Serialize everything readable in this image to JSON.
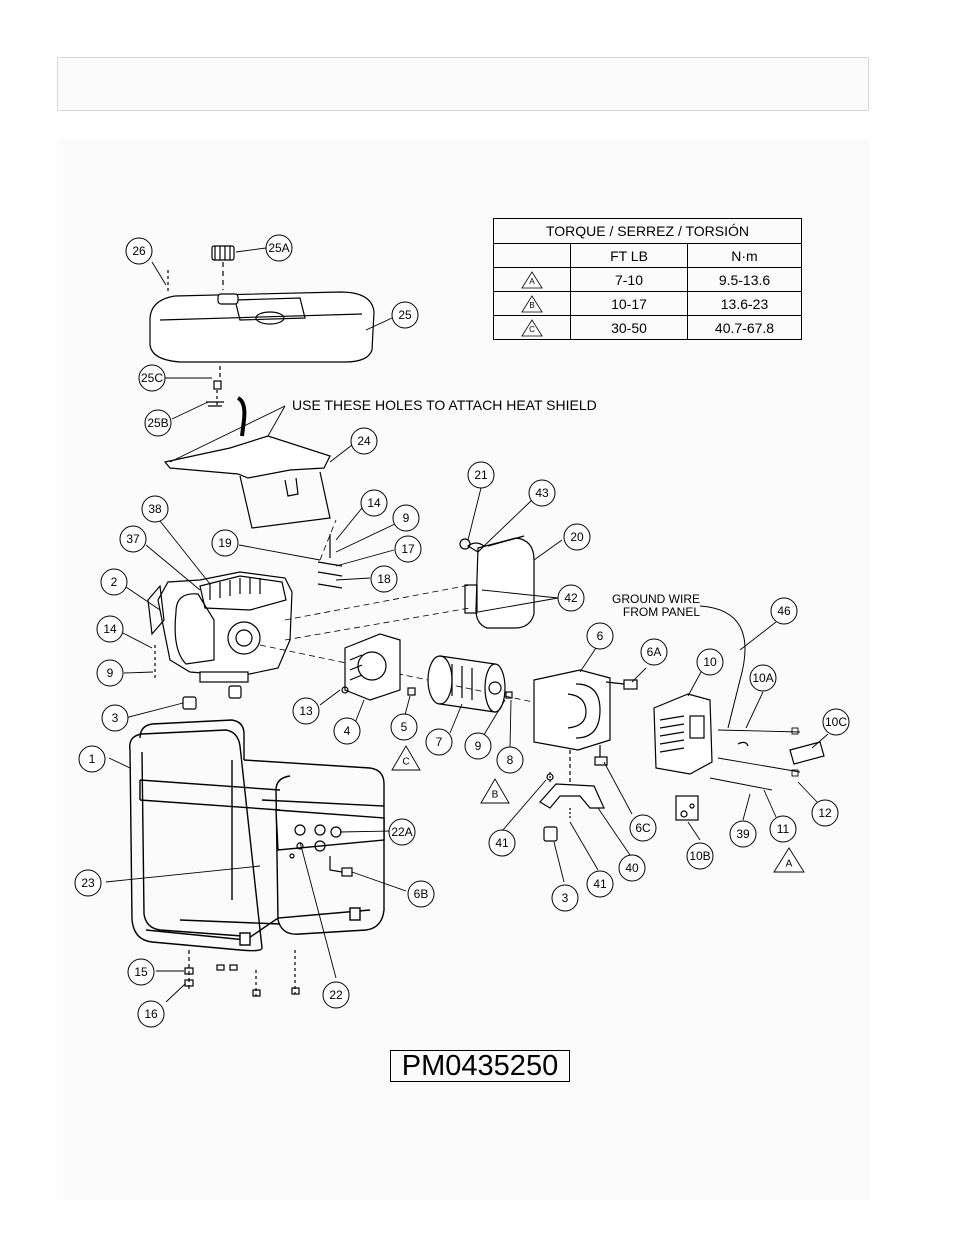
{
  "torque_table": {
    "title": "TORQUE / SERREZ / TORSIÓN",
    "headers": [
      "",
      "FT LB",
      "N·m"
    ],
    "rows": [
      {
        "symbol": "A",
        "ftlb": "7-10",
        "nm": "9.5-13.6"
      },
      {
        "symbol": "B",
        "ftlb": "10-17",
        "nm": "13.6-23"
      },
      {
        "symbol": "C",
        "ftlb": "30-50",
        "nm": "40.7-67.8"
      }
    ]
  },
  "notes": {
    "heat_shield": "USE THESE HOLES TO ATTACH HEAT SHIELD",
    "ground_wire_line1": "GROUND WIRE",
    "ground_wire_line2": "FROM PANEL"
  },
  "callouts": [
    "26",
    "25A",
    "25",
    "25C",
    "25B",
    "24",
    "38",
    "37",
    "2",
    "14",
    "9",
    "3",
    "19",
    "14",
    "9",
    "17",
    "18",
    "21",
    "43",
    "20",
    "42",
    "46",
    "6",
    "6A",
    "10",
    "10A",
    "10C",
    "13",
    "4",
    "5",
    "7",
    "9",
    "8",
    "6C",
    "12",
    "11",
    "39",
    "10B",
    "1",
    "22A",
    "23",
    "6B",
    "22",
    "15",
    "16",
    "41",
    "41",
    "3",
    "40"
  ],
  "torque_markers": [
    "C",
    "B",
    "A"
  ],
  "drawing_id": "PM0435250"
}
